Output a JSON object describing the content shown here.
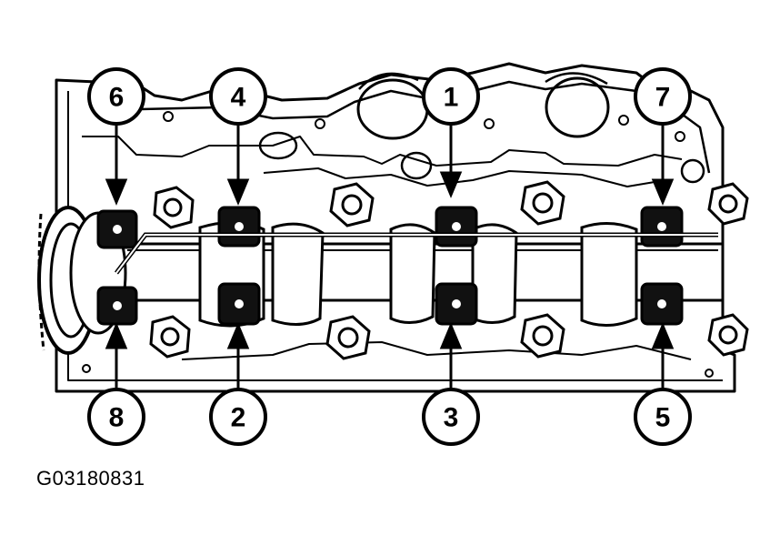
{
  "figure_code": "G03180831",
  "callouts": [
    {
      "id": "callout-1",
      "label": "1"
    },
    {
      "id": "callout-2",
      "label": "2"
    },
    {
      "id": "callout-3",
      "label": "3"
    },
    {
      "id": "callout-4",
      "label": "4"
    },
    {
      "id": "callout-5",
      "label": "5"
    },
    {
      "id": "callout-6",
      "label": "6"
    },
    {
      "id": "callout-7",
      "label": "7"
    },
    {
      "id": "callout-8",
      "label": "8"
    }
  ],
  "colors": {
    "ink": "#000000",
    "paper": "#ffffff"
  }
}
